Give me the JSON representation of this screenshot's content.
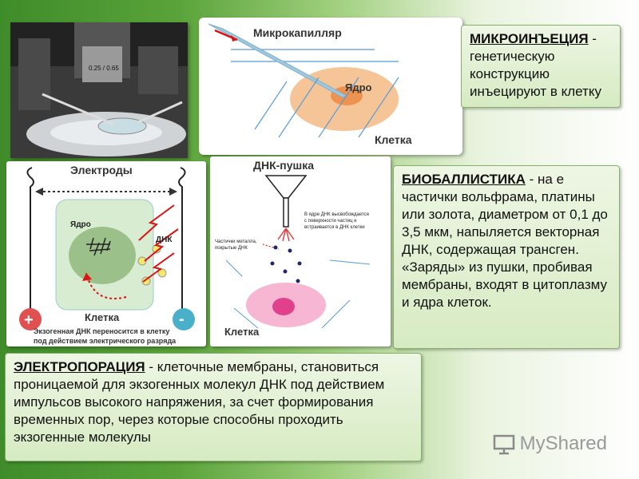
{
  "microinjection": {
    "diagram_title": "Микрокапилляр",
    "nucleus_label": "Ядро",
    "cell_label": "Клетка",
    "term": "МИКРОИНЪЕЦИЯ",
    "text": " - генетическую конструкцию инъецируют в клетку"
  },
  "microscope": {
    "objective_text": "0.25 / 0.65"
  },
  "electroporation": {
    "electrodes_label": "Электроды",
    "nucleus_label": "Ядро",
    "dna_label": "ДНК",
    "cell_label": "Клетка",
    "plus": "+",
    "minus": "-",
    "caption_line1": "Экзогенная ДНК переносится в клетку",
    "caption_line2": "под действием электрического разряда",
    "term": "ЭЛЕКТРОПОРАЦИЯ",
    "text": " - клеточные мембраны, становиться проницаемой для экзогенных молекул ДНК под действием импульсов высокого напряжения, за счет формирования временных пор, через которые способны проходить экзогенные молекулы"
  },
  "gene_gun": {
    "title": "ДНК-пушка",
    "note_line1": "В ядре ДНК высвобождается",
    "note_line2": "с поверхности частиц и",
    "note_line3": "встраивается в ДНК клетки",
    "particles_line1": "Частички металла,",
    "particles_line2": "покрытые ДНК",
    "cell_label": "Клетка"
  },
  "biolistics": {
    "term": "БИОБАЛЛИСТИКА",
    "text": " - на е частички вольфрама, платины или золота, диаметром от 0,1 до 3,5 мкм, напыляется векторная ДНК, содержащая трансген. «Заряды» из пушки, пробивая мембраны, входят в цитоплазму и ядра клеток."
  },
  "logo": {
    "text": "MyShared"
  }
}
